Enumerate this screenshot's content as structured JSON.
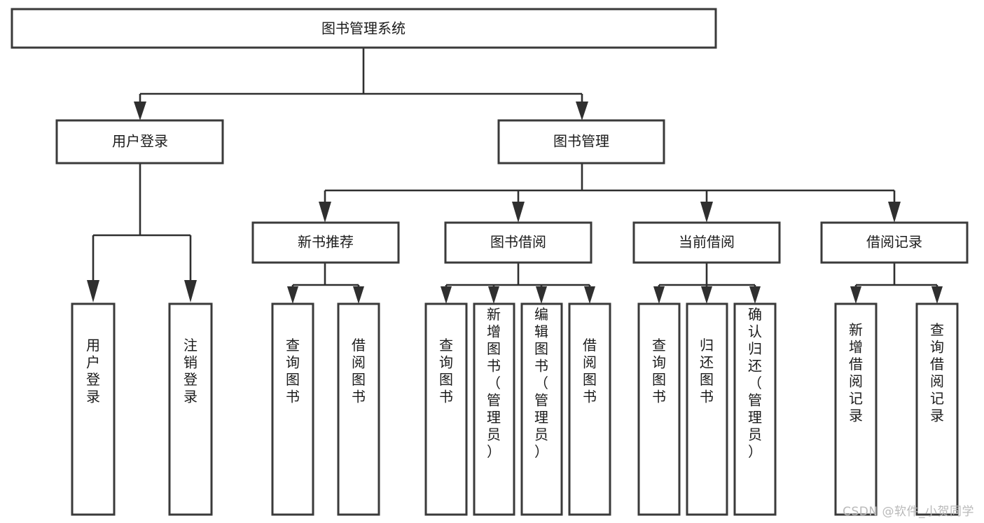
{
  "diagram": {
    "title": "图书管理系统",
    "type": "tree-hierarchy",
    "background_color": "#ffffff",
    "box_border_color": "#3a3a3a",
    "connector_color": "#2f2f2f",
    "text_color": "#1b1b1b"
  },
  "root": {
    "label": "图书管理系统"
  },
  "level2": {
    "user_login": "用户登录",
    "book_manage": "图书管理"
  },
  "level3": {
    "new_book_recommend": "新书推荐",
    "book_borrow": "图书借阅",
    "current_borrow": "当前借阅",
    "borrow_record": "借阅记录"
  },
  "leaves": {
    "user_login_1": "用户登录",
    "user_login_2": "注销登录",
    "recommend_1": "查询图书",
    "recommend_2": "借阅图书",
    "borrow_1": "查询图书",
    "borrow_2": "新增图书（管理员）",
    "borrow_3": "编辑图书（管理员）",
    "borrow_4": "借阅图书",
    "current_1": "查询图书",
    "current_2": "归还图书",
    "current_3": "确认归还（管理员）",
    "record_1": "新增借阅记录",
    "record_2": "查询借阅记录"
  },
  "watermark": {
    "text": "CSDN @软件_小贺同学"
  },
  "chart_data": {
    "type": "table",
    "title": "图书管理系统 功能结构图",
    "nodes": [
      {
        "id": "root",
        "label": "图书管理系统",
        "level": 0,
        "parent": null
      },
      {
        "id": "user_login",
        "label": "用户登录",
        "level": 1,
        "parent": "root"
      },
      {
        "id": "book_manage",
        "label": "图书管理",
        "level": 1,
        "parent": "root"
      },
      {
        "id": "leaf_user_login_1",
        "label": "用户登录",
        "level": 2,
        "parent": "user_login"
      },
      {
        "id": "leaf_user_login_2",
        "label": "注销登录",
        "level": 2,
        "parent": "user_login"
      },
      {
        "id": "new_book_recommend",
        "label": "新书推荐",
        "level": 2,
        "parent": "book_manage"
      },
      {
        "id": "book_borrow",
        "label": "图书借阅",
        "level": 2,
        "parent": "book_manage"
      },
      {
        "id": "current_borrow",
        "label": "当前借阅",
        "level": 2,
        "parent": "book_manage"
      },
      {
        "id": "borrow_record",
        "label": "借阅记录",
        "level": 2,
        "parent": "book_manage"
      },
      {
        "id": "leaf_recommend_1",
        "label": "查询图书",
        "level": 3,
        "parent": "new_book_recommend"
      },
      {
        "id": "leaf_recommend_2",
        "label": "借阅图书",
        "level": 3,
        "parent": "new_book_recommend"
      },
      {
        "id": "leaf_borrow_1",
        "label": "查询图书",
        "level": 3,
        "parent": "book_borrow"
      },
      {
        "id": "leaf_borrow_2",
        "label": "新增图书（管理员）",
        "level": 3,
        "parent": "book_borrow"
      },
      {
        "id": "leaf_borrow_3",
        "label": "编辑图书（管理员）",
        "level": 3,
        "parent": "book_borrow"
      },
      {
        "id": "leaf_borrow_4",
        "label": "借阅图书",
        "level": 3,
        "parent": "book_borrow"
      },
      {
        "id": "leaf_current_1",
        "label": "查询图书",
        "level": 3,
        "parent": "current_borrow"
      },
      {
        "id": "leaf_current_2",
        "label": "归还图书",
        "level": 3,
        "parent": "current_borrow"
      },
      {
        "id": "leaf_current_3",
        "label": "确认归还（管理员）",
        "level": 3,
        "parent": "current_borrow"
      },
      {
        "id": "leaf_record_1",
        "label": "新增借阅记录",
        "level": 3,
        "parent": "borrow_record"
      },
      {
        "id": "leaf_record_2",
        "label": "查询借阅记录",
        "level": 3,
        "parent": "borrow_record"
      }
    ]
  }
}
